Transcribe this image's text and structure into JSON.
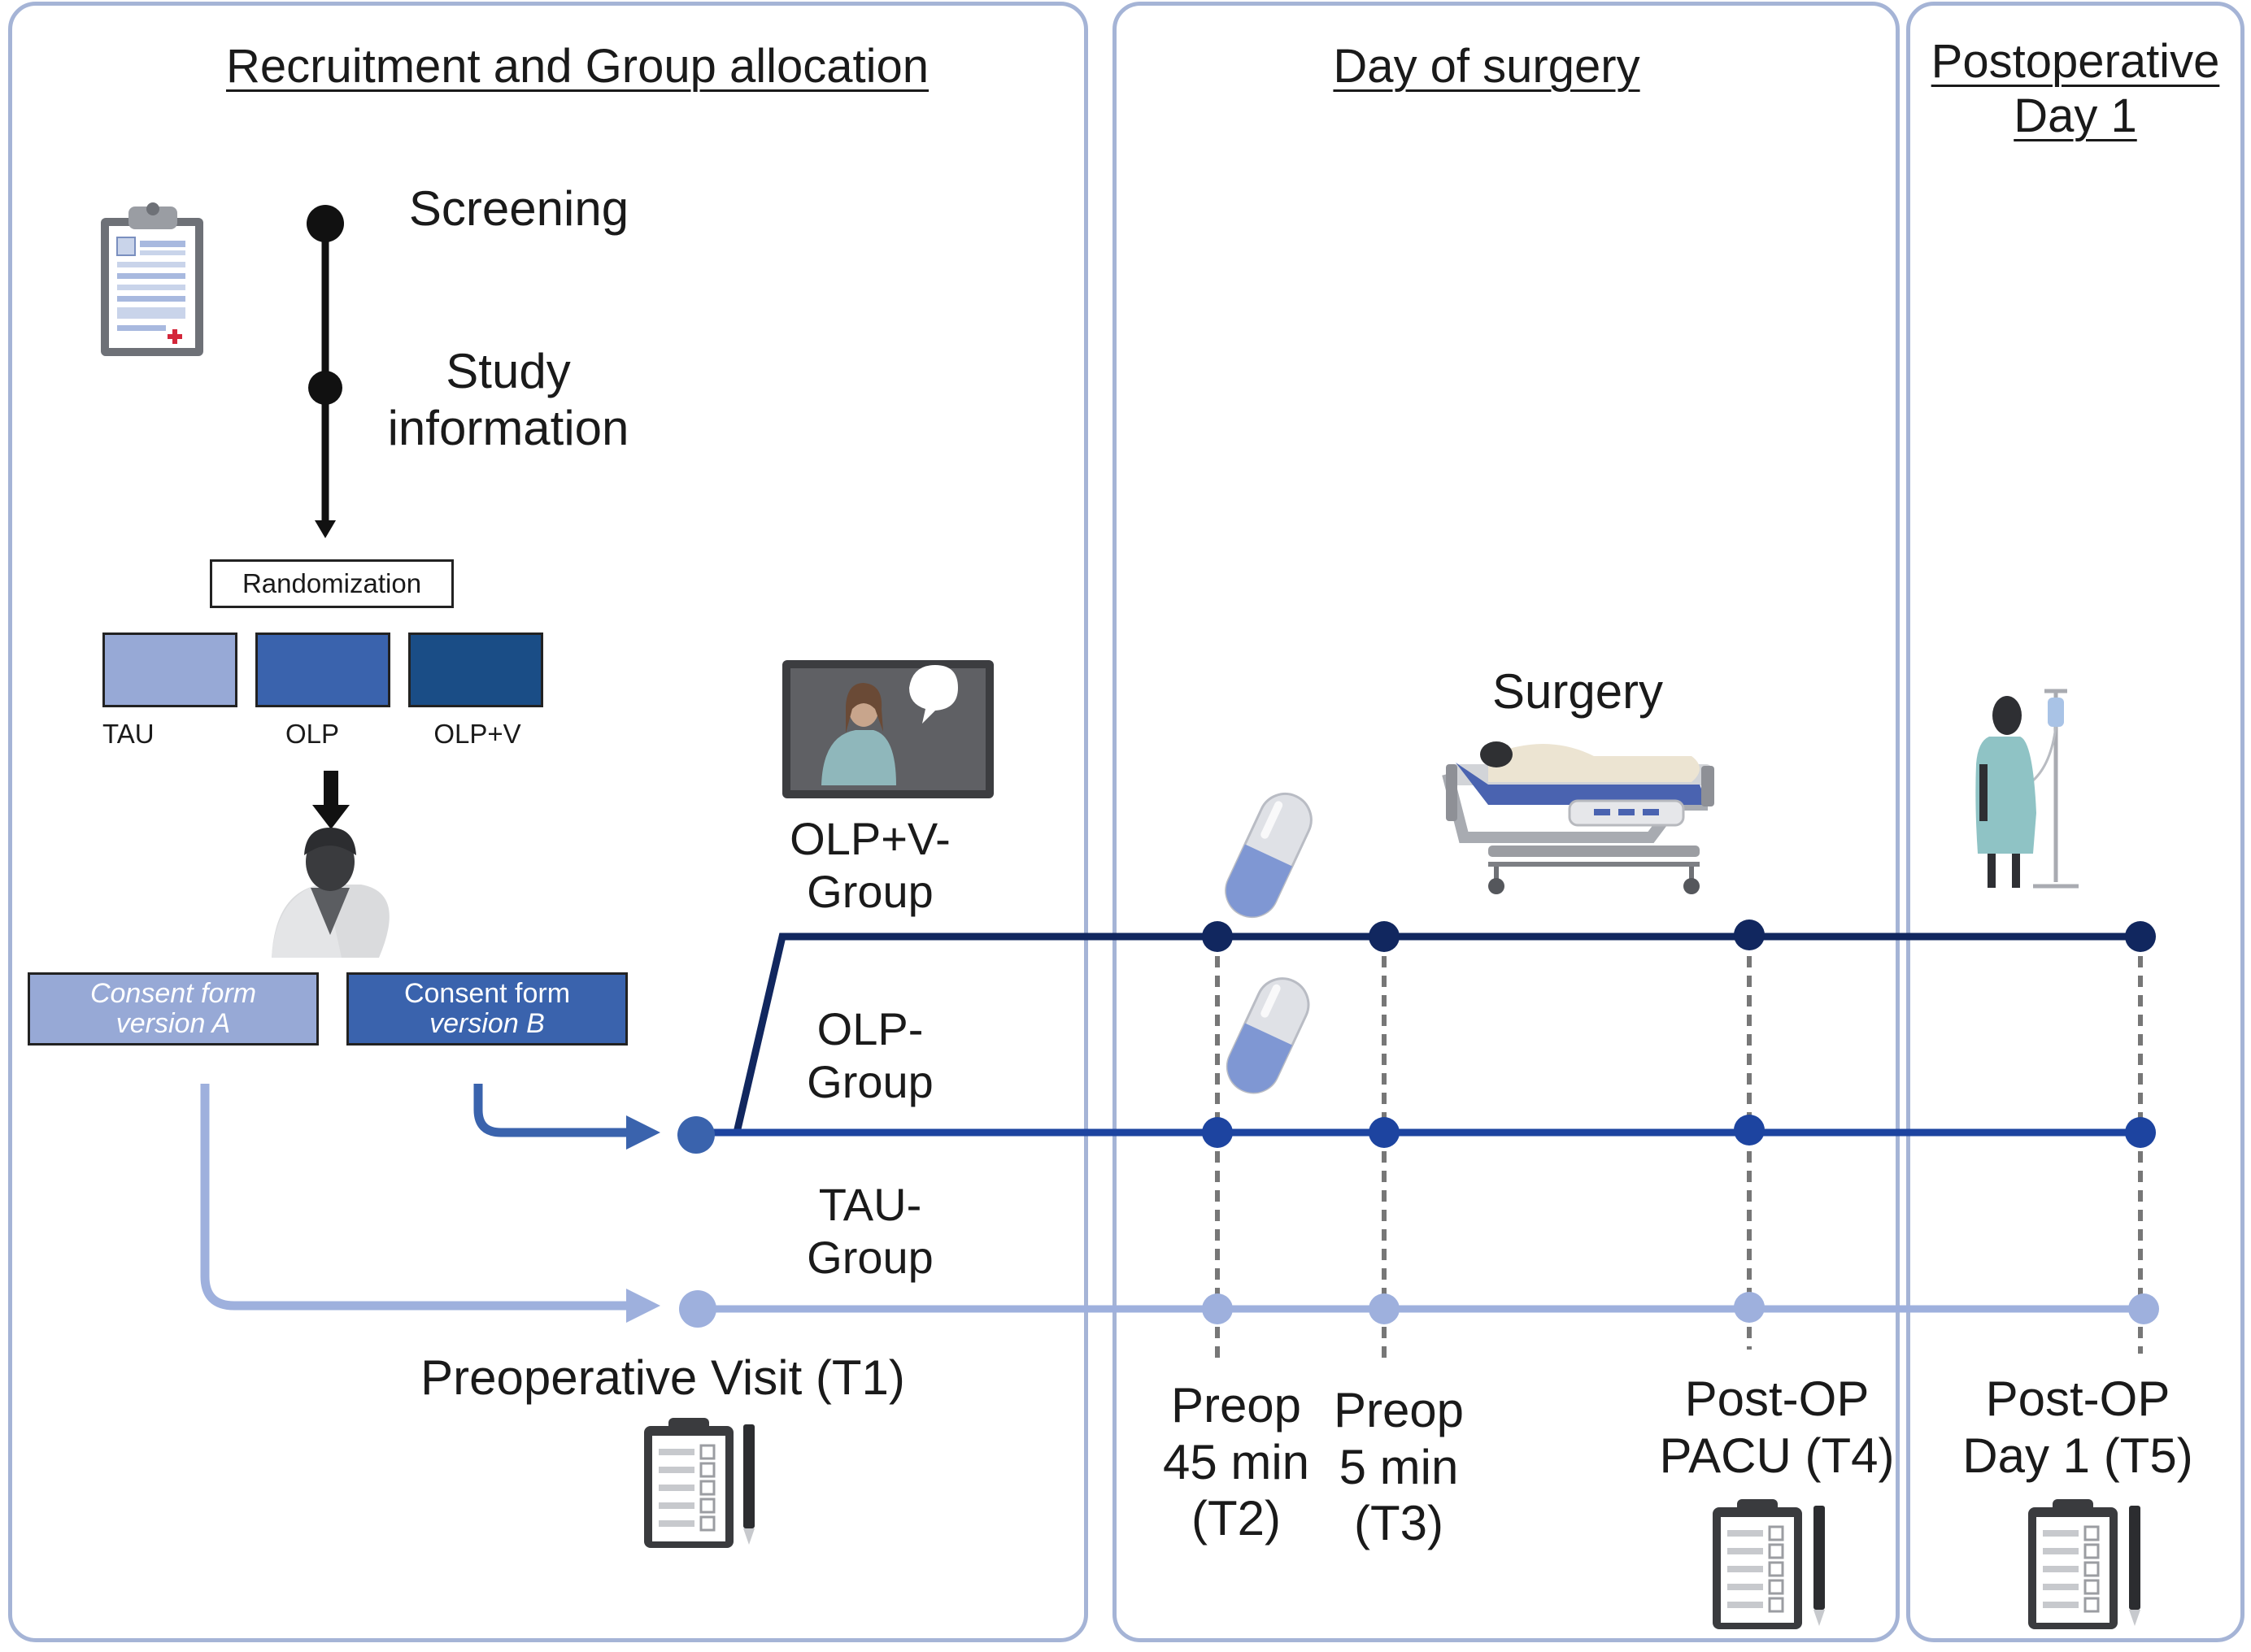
{
  "colors": {
    "panel_border": "#a5b4d6",
    "tau": "#97a9d6",
    "olp": "#3a63ad",
    "olpv": "#1a4d86",
    "olpv_line": "#11275f",
    "olp_line": "#1d44a0",
    "tau_line": "#9eb0dd",
    "dark_timeline": "#111111"
  },
  "panels": {
    "recruitment_title": " Recruitment and Group allocation",
    "surgery_title": "Day of surgery",
    "postop_title": "Postoperative\nDay 1"
  },
  "recruitment": {
    "screening": "Screening",
    "study_information": "Study\ninformation",
    "randomization": "Randomization",
    "groups": [
      "TAU",
      "OLP",
      "OLP+V"
    ],
    "consent_a_line1": "Consent form",
    "consent_a_line2": "version A",
    "consent_b_line1": "Consent form",
    "consent_b_line2": "version B"
  },
  "group_labels": {
    "olpv": "OLP+V-\nGroup",
    "olp": "OLP-\nGroup",
    "tau": "TAU-\nGroup"
  },
  "surgery_label": "Surgery",
  "timepoints": {
    "t1": "Preoperative Visit (T1)",
    "t2": "Preop\n45 min\n(T2)",
    "t3": "Preop\n5 min\n(T3)",
    "t4": "Post-OP\nPACU (T4)",
    "t5": "Post-OP\nDay 1 (T5)"
  },
  "icons": {
    "clipboard_medical": "medical-clipboard-icon",
    "doctor": "doctor-icon",
    "video_screen": "video-screen-icon",
    "pill": "capsule-icon",
    "hospital_bed": "hospital-bed-icon",
    "patient_iv": "patient-iv-icon",
    "checklist": "checklist-clipboard-icon",
    "pen": "pen-icon"
  }
}
